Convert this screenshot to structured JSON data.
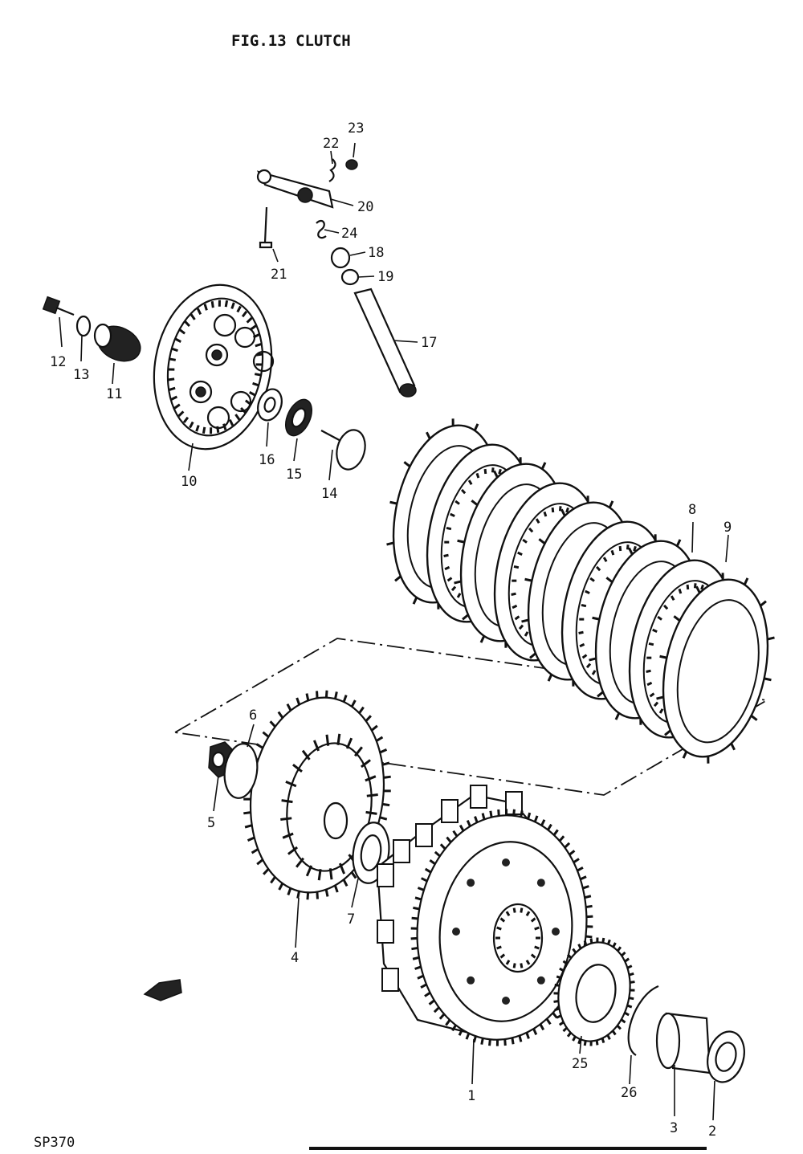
{
  "title": "FIG.13  CLUTCH",
  "footer_code": "SP370",
  "callouts": [
    {
      "id": "1",
      "text": "1"
    },
    {
      "id": "3",
      "text": "3"
    },
    {
      "id": "4",
      "text": "4"
    },
    {
      "id": "5",
      "text": "5"
    },
    {
      "id": "6",
      "text": "6"
    },
    {
      "id": "7",
      "text": "7"
    },
    {
      "id": "8",
      "text": "8"
    },
    {
      "id": "9",
      "text": "9"
    },
    {
      "id": "10",
      "text": "10"
    },
    {
      "id": "11",
      "text": "11"
    },
    {
      "id": "12",
      "text": "12"
    },
    {
      "id": "13",
      "text": "13"
    },
    {
      "id": "14",
      "text": "14"
    },
    {
      "id": "15",
      "text": "15"
    },
    {
      "id": "16",
      "text": "16"
    },
    {
      "id": "17",
      "text": "17"
    },
    {
      "id": "18",
      "text": "18"
    },
    {
      "id": "19",
      "text": "19"
    },
    {
      "id": "20",
      "text": "20"
    },
    {
      "id": "21",
      "text": "21"
    },
    {
      "id": "22",
      "text": "22"
    },
    {
      "id": "23",
      "text": "23"
    },
    {
      "id": "24",
      "text": "24"
    },
    {
      "id": "25",
      "text": "25"
    },
    {
      "id": "26",
      "text": "26"
    },
    {
      "id": "2",
      "text": "2"
    }
  ]
}
